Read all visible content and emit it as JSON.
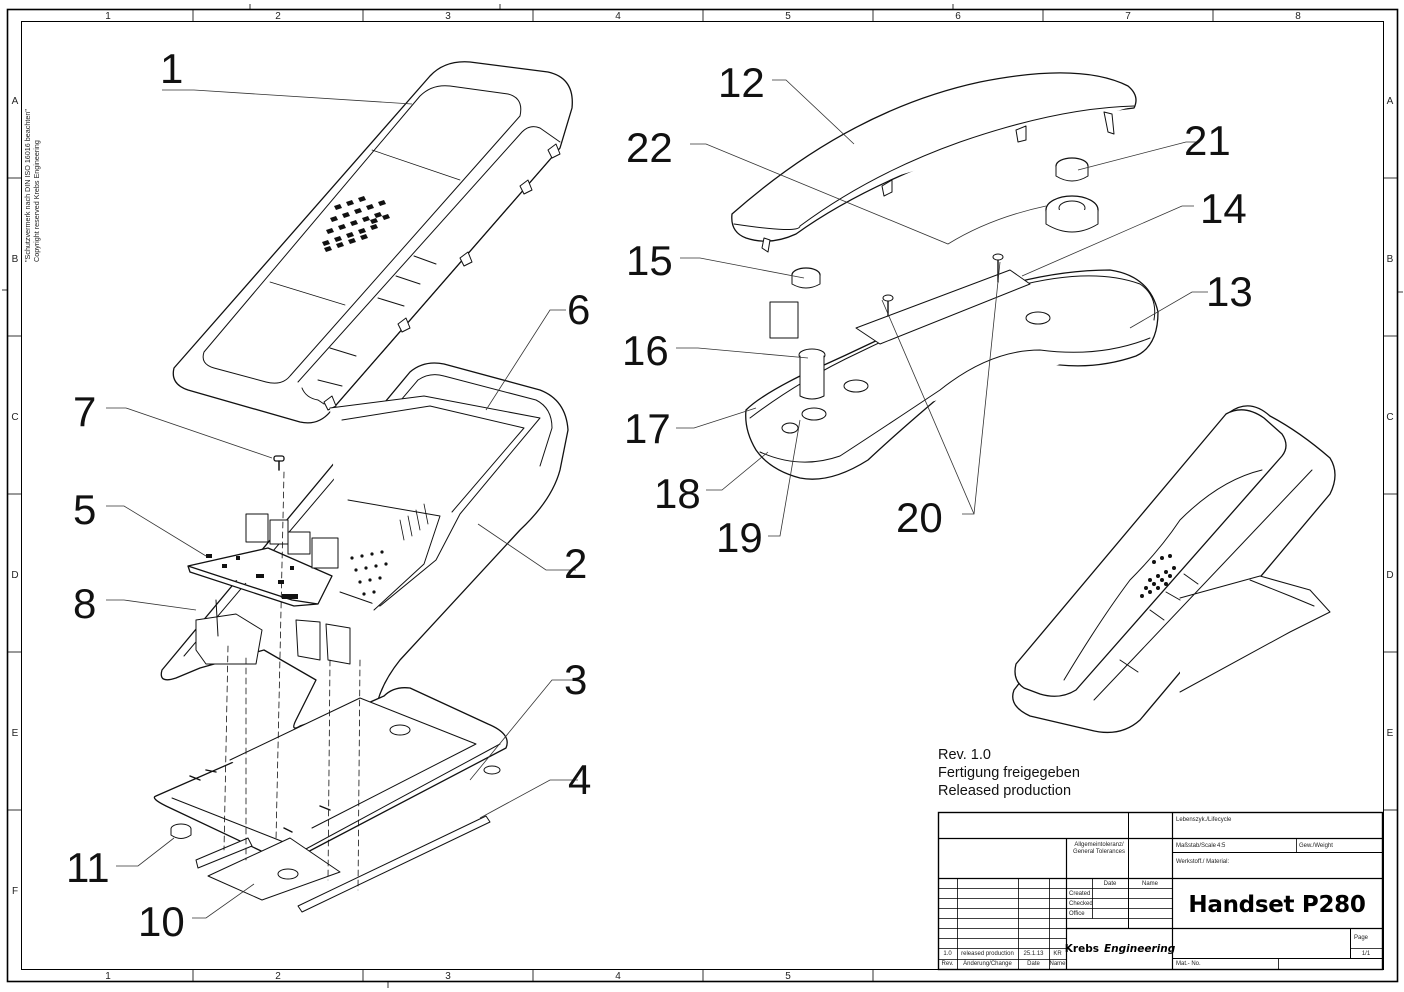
{
  "drawing": {
    "column_labels": [
      "1",
      "2",
      "3",
      "4",
      "5",
      "6",
      "7",
      "8"
    ],
    "row_labels": [
      "A",
      "B",
      "C",
      "D",
      "E",
      "F"
    ],
    "copyright_note": {
      "line1": "\"Schutzvermerk nach DIN ISO 16016 beachten\"",
      "line2": "Copyright reserved Krebs Engineering"
    },
    "revision_note": {
      "line1": "Rev. 1.0",
      "line2": "Fertigung freigegeben",
      "line3": "Released production"
    },
    "callouts": [
      "1",
      "2",
      "3",
      "4",
      "5",
      "6",
      "7",
      "8",
      "10",
      "11",
      "12",
      "13",
      "14",
      "15",
      "16",
      "17",
      "18",
      "19",
      "20",
      "21",
      "22"
    ]
  },
  "title_block": {
    "lifecycle_label": "Lebenszyk./Lifecycle",
    "tolerance_label_1": "Allgemeintoleranz/",
    "tolerance_label_2": "General Tolerances",
    "scale_label": "Maßstab/Scale",
    "scale_value": "4:5",
    "weight_label": "Gew./Weight",
    "material_label": "Werkstoff./ Material:",
    "date_header": "Date",
    "name_header": "Name",
    "created_label": "Created",
    "checked_label": "Checked",
    "office_label": "Office",
    "title": "Handset P280",
    "company_1": "Krebs",
    "company_2": "Engineering",
    "page_label": "Page",
    "page_value": "1/1",
    "mat_no_label": "Mat.- No.",
    "revision_row": {
      "rev": "1.0",
      "change": "released production",
      "date": "25.1.13",
      "name": "KR"
    },
    "revision_header": {
      "rev": "Rev.",
      "change": "Änderung/Change",
      "date": "Date",
      "name": "Name"
    }
  }
}
